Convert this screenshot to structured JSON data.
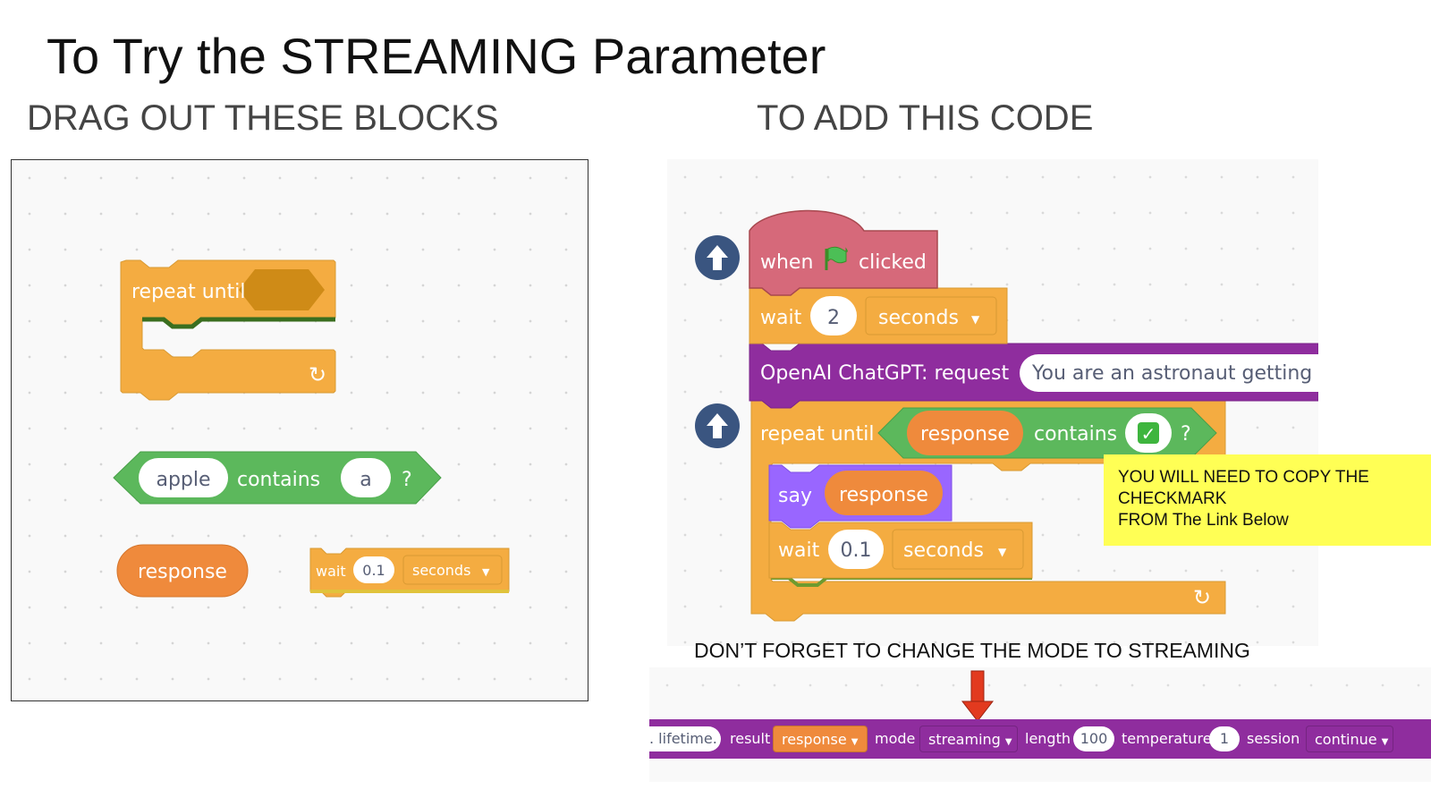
{
  "title": "To Try the STREAMING Parameter",
  "left_heading": "DRAG OUT THESE BLOCKS",
  "right_heading": "TO ADD THIS CODE",
  "palette": {
    "repeat_until": "repeat until",
    "contains_left": "apple",
    "contains_label": "contains",
    "contains_right": "a",
    "question": "?",
    "response": "response",
    "wait": "wait",
    "wait_value": "0.1",
    "wait_unit": "seconds"
  },
  "script": {
    "when": "when",
    "clicked": "clicked",
    "wait1": "wait",
    "wait1_value": "2",
    "wait1_unit": "seconds",
    "request_label": "OpenAI ChatGPT: request",
    "request_value": "You are an astronaut getting r",
    "repeat_until": "repeat until",
    "response": "response",
    "contains": "contains",
    "checkmark": "✓",
    "question": "?",
    "say": "say",
    "say_value": "response",
    "wait2": "wait",
    "wait2_value": "0.1",
    "wait2_unit": "seconds"
  },
  "note": {
    "line1": "YOU WILL NEED TO COPY THE",
    "line2": "CHECKMARK",
    "line3": "FROM The Link Below"
  },
  "reminder": "DON’T FORGET TO CHANGE THE MODE TO STREAMING",
  "params": {
    "lifetime": ". lifetime.",
    "result_label": "result",
    "result_value": "response",
    "mode_label": "mode",
    "mode_value": "streaming",
    "length_label": "length",
    "length_value": "100",
    "temperature_label": "temperature",
    "temperature_value": "1",
    "session_label": "session",
    "session_value": "continue"
  },
  "colors": {
    "control": "#f4ac41",
    "control_dark": "#cf8b17",
    "operator": "#5cb85c",
    "reporter": "#ef8a3c",
    "looks": "#9966ff",
    "events": "#d6697a",
    "extension": "#8f2d9e",
    "arrow": "#e23a1f",
    "note": "#ffff55"
  }
}
